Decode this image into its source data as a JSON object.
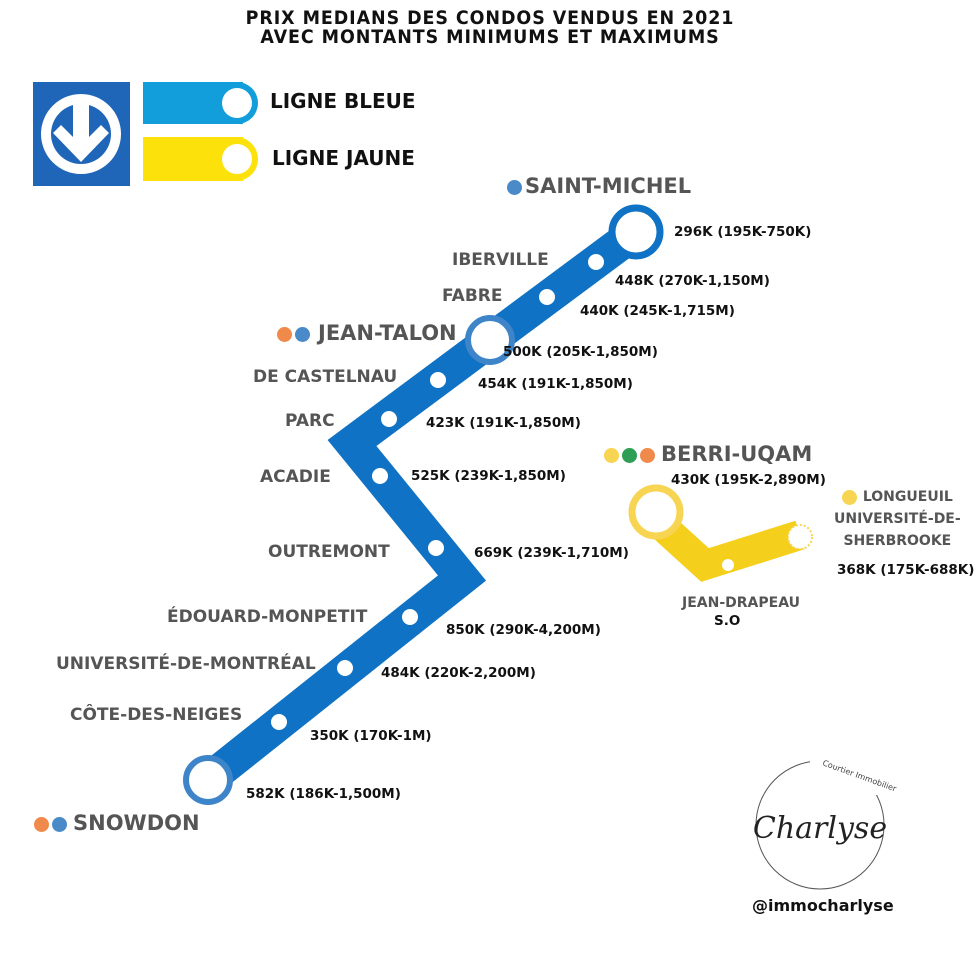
{
  "title": {
    "line1": "PRIX MEDIANS DES CONDOS VENDUS EN 2021",
    "line2": "AVEC MONTANTS MINIMUMS ET MAXIMUMS"
  },
  "legend": {
    "blue_label": "LIGNE BLEUE",
    "yellow_label": "LIGNE JAUNE"
  },
  "colors": {
    "blue_line": "#0f72c4",
    "yellow_line": "#f4cf1c",
    "stm_logo": "#1f65b8",
    "orange_dot": "#f08a4b",
    "green_dot": "#2e9e55",
    "blue_dot": "#4a8ac8",
    "yellow_dot": "#f7d552"
  },
  "blue_stations": [
    {
      "name": "SAINT-MICHEL",
      "price": "296K (195K-750K)"
    },
    {
      "name": "IBERVILLE",
      "price": "448K (270K-1,150M)"
    },
    {
      "name": "FABRE",
      "price": "440K (245K-1,715M)"
    },
    {
      "name": "JEAN-TALON",
      "price": "500K (205K-1,850M)"
    },
    {
      "name": "DE CASTELNAU",
      "price": "454K (191K-1,850M)"
    },
    {
      "name": "PARC",
      "price": "423K (191K-1,850M)"
    },
    {
      "name": "ACADIE",
      "price": "525K (239K-1,850M)"
    },
    {
      "name": "OUTREMONT",
      "price": "669K (239K-1,710M)"
    },
    {
      "name": "ÉDOUARD-MONPETIT",
      "price": "850K (290K-4,200M)"
    },
    {
      "name": "UNIVERSITÉ-DE-MONTRÉAL",
      "price": "484K (220K-2,200M)"
    },
    {
      "name": "CÔTE-DES-NEIGES",
      "price": "350K (170K-1M)"
    },
    {
      "name": "SNOWDON",
      "price": "582K (186K-1,500M)"
    }
  ],
  "yellow_stations": [
    {
      "name": "BERRI-UQAM",
      "price": "430K (195K-2,890M)"
    },
    {
      "name": "JEAN-DRAPEAU",
      "price": "S.O"
    },
    {
      "name_line1": "LONGUEUIL",
      "name_line2": "UNIVERSITÉ-DE-",
      "name_line3": "SHERBROOKE",
      "price": "368K (175K-688K)"
    }
  ],
  "branding": {
    "logo_name": "Charlyse",
    "logo_tagline": "Courtier Immobilier",
    "handle": "@immocharlyse"
  }
}
